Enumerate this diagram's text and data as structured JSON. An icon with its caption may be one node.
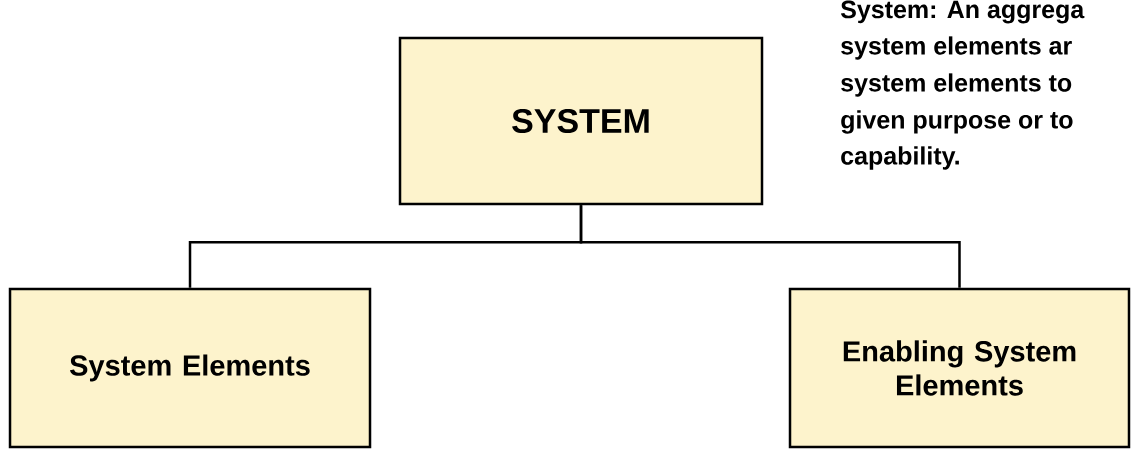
{
  "diagram": {
    "nodes": [
      {
        "text": [
          "SYSTEM"
        ]
      },
      {
        "text": [
          "System Elements"
        ]
      },
      {
        "text": [
          "Enabling System Elements"
        ]
      }
    ],
    "edges": [
      {
        "from": 0,
        "to": 1,
        "arrow": "none"
      },
      {
        "from": 0,
        "to": 2,
        "arrow": "none"
      }
    ],
    "labels": [
      "System: An aggrega",
      "system elements ar",
      "system elements to",
      "given purpose or to",
      "capability."
    ]
  }
}
